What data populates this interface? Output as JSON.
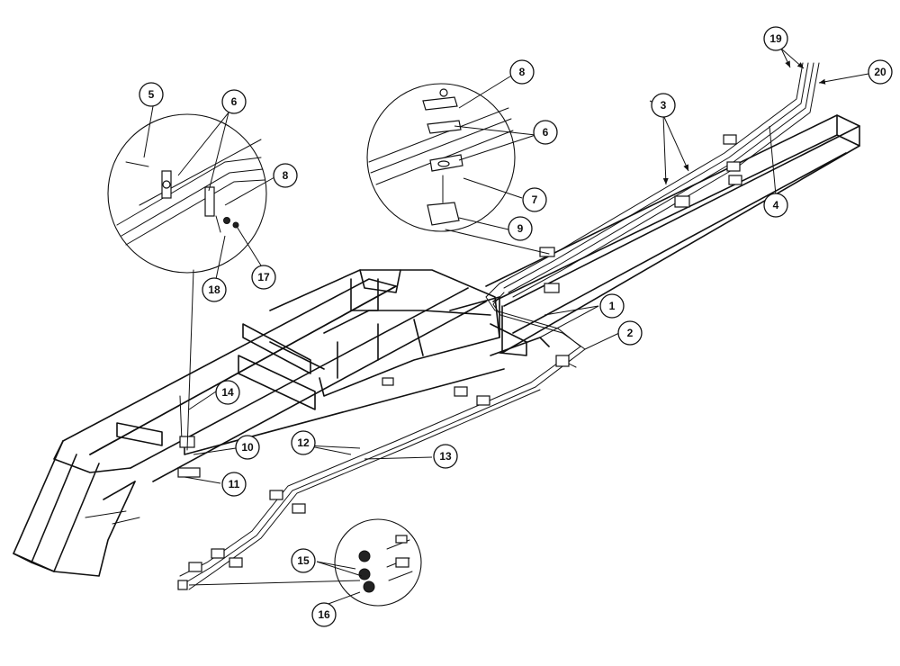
{
  "callouts": [
    {
      "label": "1"
    },
    {
      "label": "2"
    },
    {
      "label": "3"
    },
    {
      "label": "4"
    },
    {
      "label": "5"
    },
    {
      "label": "6"
    },
    {
      "label": "6"
    },
    {
      "label": "7"
    },
    {
      "label": "8"
    },
    {
      "label": "8"
    },
    {
      "label": "9"
    },
    {
      "label": "10"
    },
    {
      "label": "11"
    },
    {
      "label": "12"
    },
    {
      "label": "13"
    },
    {
      "label": "14"
    },
    {
      "label": "15"
    },
    {
      "label": "16"
    },
    {
      "label": "17"
    },
    {
      "label": "18"
    },
    {
      "label": "19"
    },
    {
      "label": "20"
    }
  ]
}
